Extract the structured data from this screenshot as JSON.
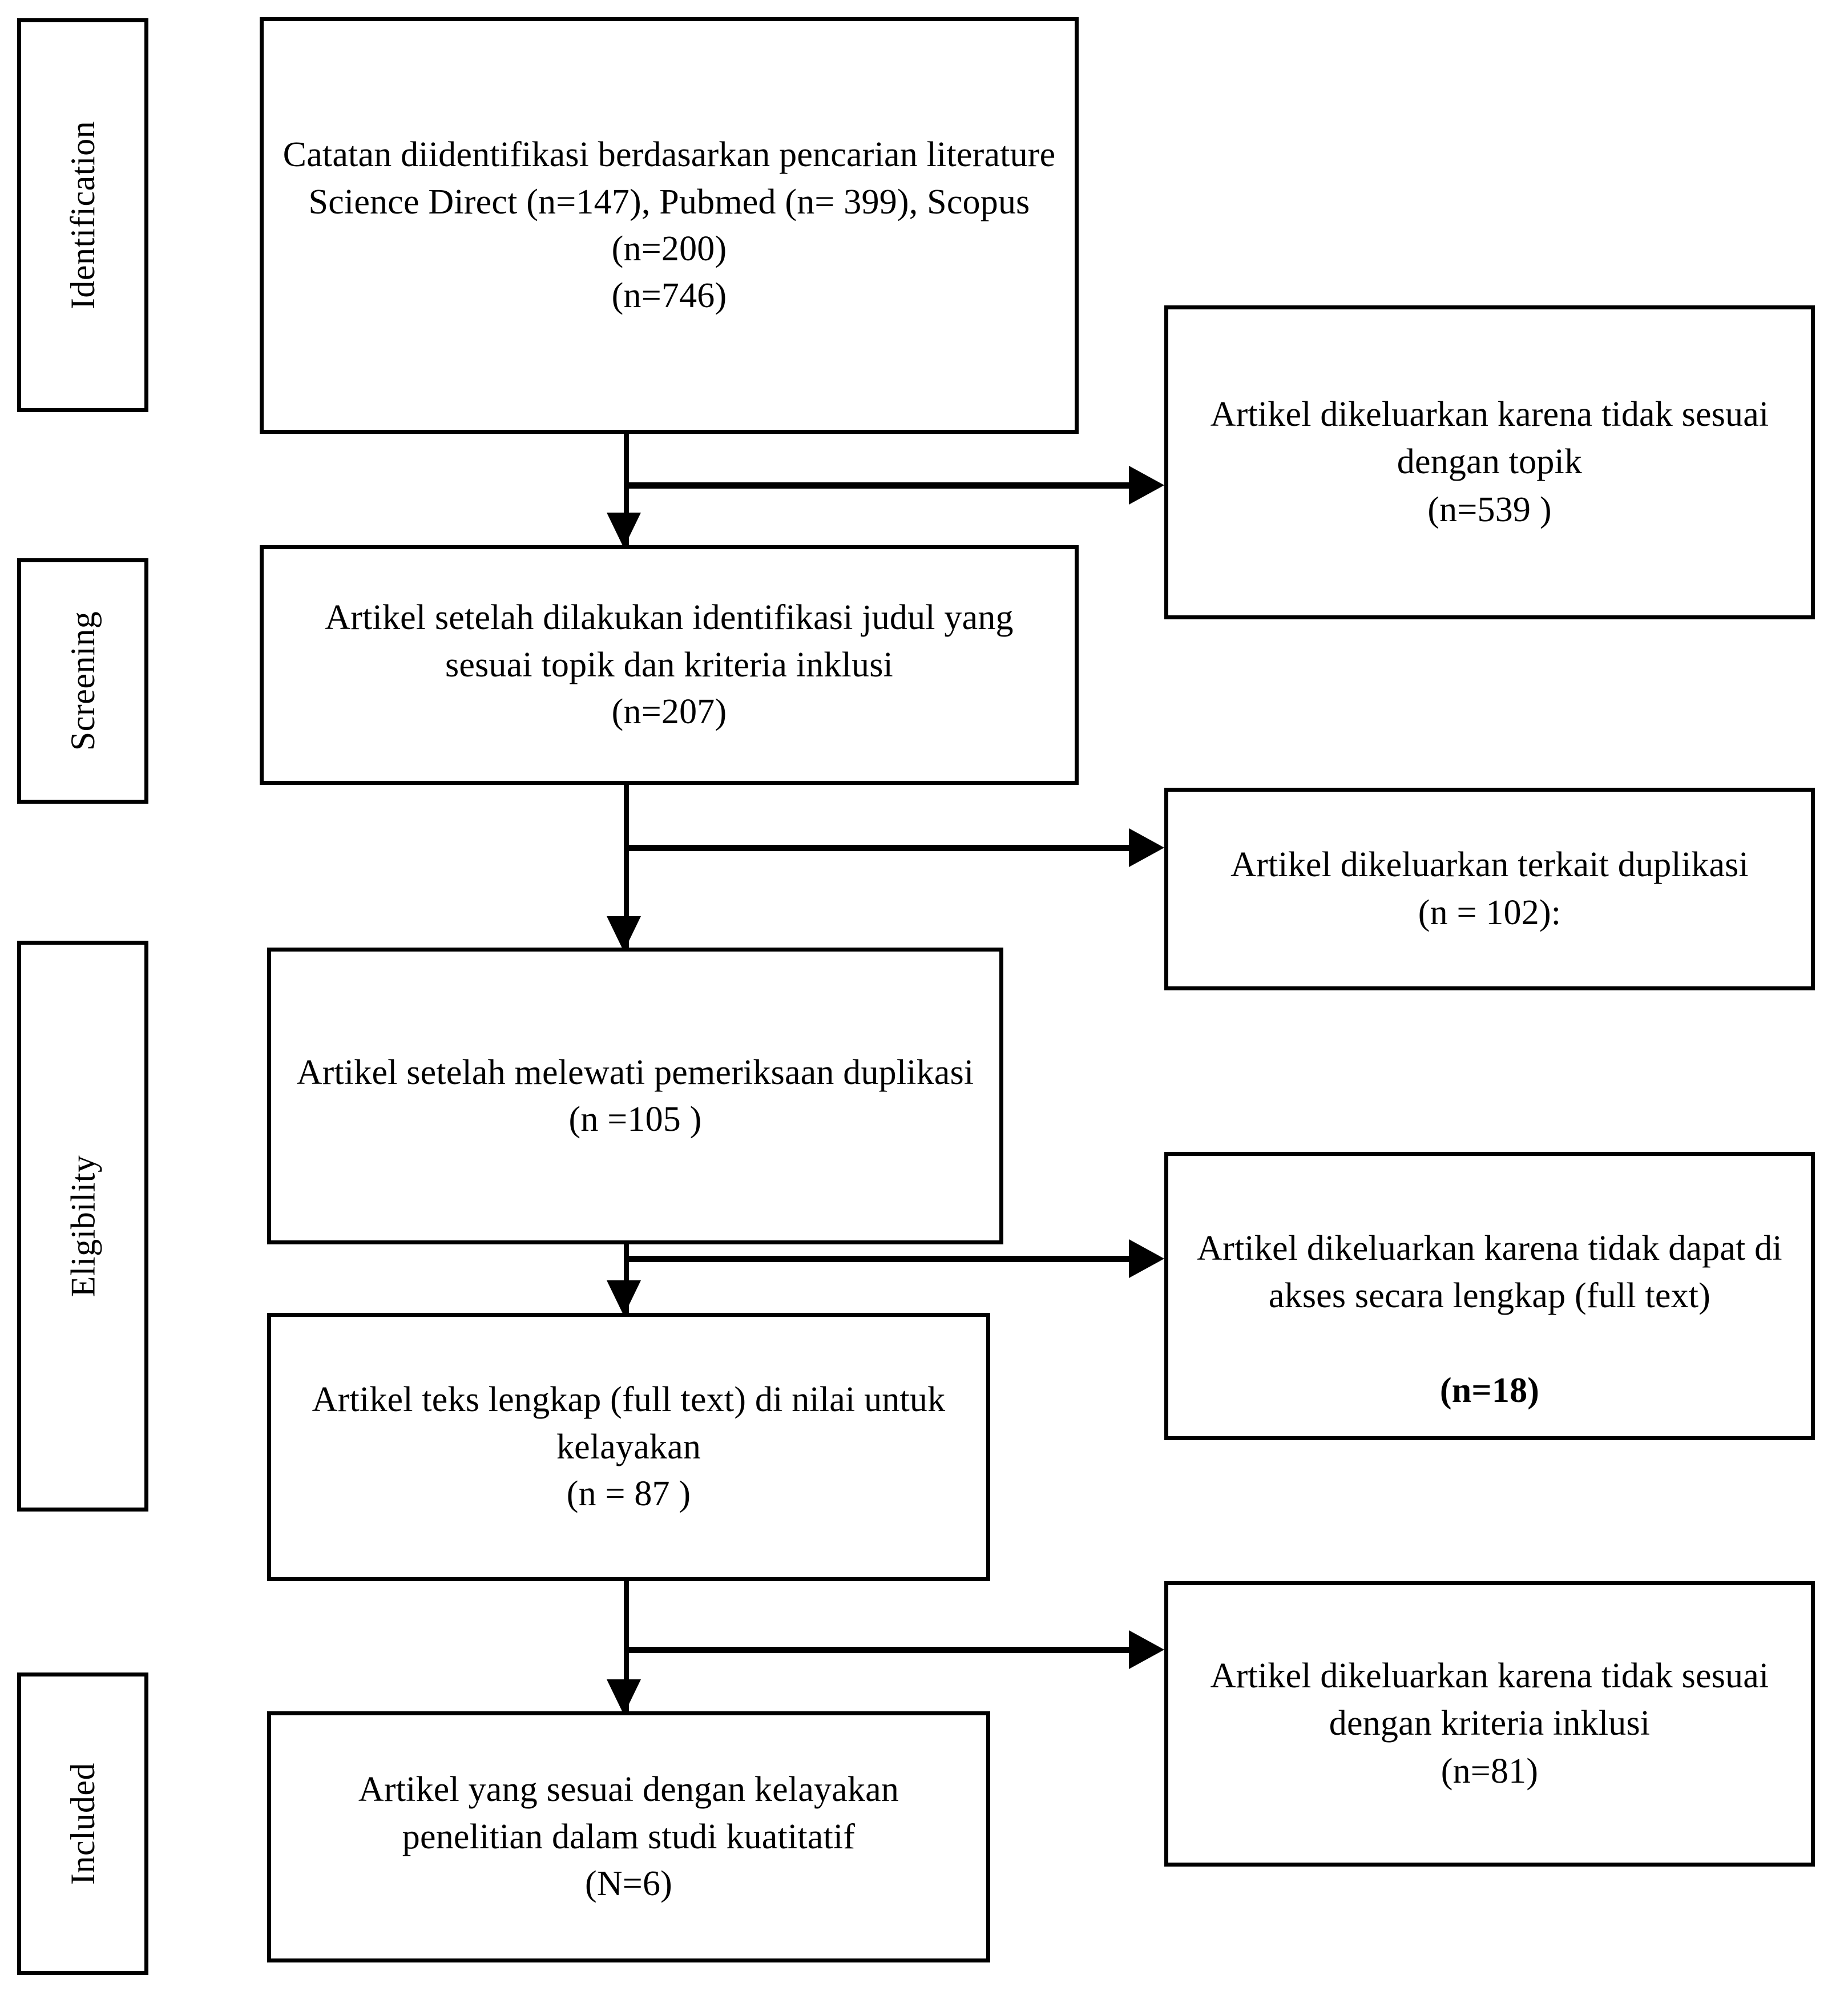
{
  "diagram": {
    "title": "PRISMA Flow Diagram",
    "type": "prisma-flow-diagram",
    "language": "Indonesian"
  },
  "stages": [
    {
      "id": "identification",
      "label": "Identification"
    },
    {
      "id": "screening",
      "label": "Screening"
    },
    {
      "id": "eligibility",
      "label": "Eligibility"
    },
    {
      "id": "included",
      "label": "Included"
    }
  ],
  "flow_boxes": [
    {
      "id": "records-identified",
      "text": "Catatan diidentifikasi berdasarkan pencarian literature Science Direct (n=147), Pubmed (n= 399), Scopus (n=200)\n(n=746)",
      "count_total": 746,
      "sources": [
        {
          "name": "Science Direct",
          "n": 147
        },
        {
          "name": "Pubmed",
          "n": 399
        },
        {
          "name": "Scopus",
          "n": 200
        }
      ]
    },
    {
      "id": "after-title-screening",
      "text": "Artikel setelah dilakukan identifikasi judul yang sesuai topik dan kriteria inklusi\n(n=207)",
      "count_total": 207
    },
    {
      "id": "after-duplicate-check",
      "text": "Artikel setelah melewati pemeriksaan duplikasi\n(n =105 )",
      "count_total": 105
    },
    {
      "id": "fulltext-assessed",
      "text": "Artikel teks lengkap (full text) di nilai untuk kelayakan\n(n = 87 )",
      "count_total": 87
    },
    {
      "id": "included-studies",
      "text": "Artikel yang sesuai dengan kelayakan penelitian dalam studi kuatitatif\n(N=6)",
      "count_total": 6
    }
  ],
  "exclusion_boxes": [
    {
      "id": "excluded-off-topic",
      "text": "Artikel dikeluarkan karena tidak sesuai dengan topik\n(n=539  )",
      "count": 539,
      "bold_count": false
    },
    {
      "id": "excluded-duplicates",
      "text": "Artikel dikeluarkan terkait duplikasi\n(n = 102):",
      "count": 102,
      "bold_count": false
    },
    {
      "id": "excluded-no-fulltext",
      "text_lines": "Artikel dikeluarkan karena tidak dapat di akses secara lengkap (full text)",
      "count_label": "(n=18)",
      "count": 18,
      "bold_count": true
    },
    {
      "id": "excluded-criteria",
      "text": "Artikel dikeluarkan karena tidak sesuai dengan kriteria inklusi\n(n=81)",
      "count": 81,
      "bold_count": false
    }
  ],
  "colors": {
    "stroke": "#000000",
    "background": "#ffffff",
    "text": "#000000"
  }
}
